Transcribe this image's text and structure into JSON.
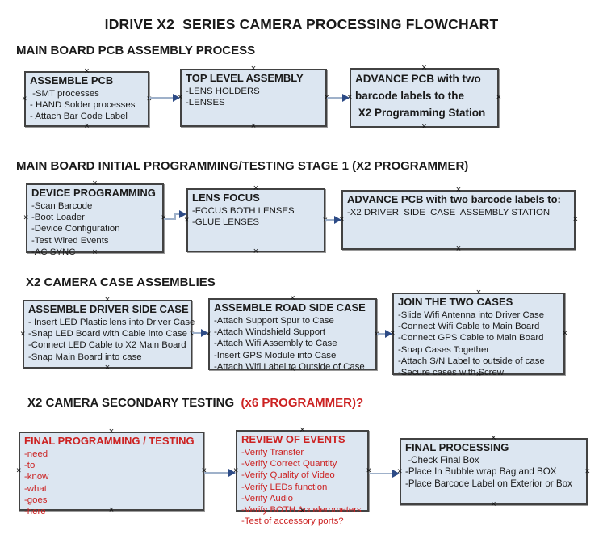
{
  "title": "IDRIVE X2  SERIES CAMERA PROCESSING FLOWCHART",
  "colors": {
    "box_fill": "#dce6f1",
    "box_border": "#424242",
    "arrow_line": "#9fb1ca",
    "arrow_head": "#2d4b86",
    "red_text": "#cc2222",
    "black_text": "#1a1a1a"
  },
  "icons": {
    "connection_handle": "×",
    "flow_arrow": "→"
  },
  "sections": [
    {
      "heading": {
        "black": "MAIN BOARD PCB ASSEMBLY PROCESS",
        "red": ""
      },
      "boxes": [
        {
          "title": "ASSEMBLE PCB",
          "items": [
            " -SMT processes",
            "- HAND Solder processes",
            "- Attach Bar Code Label"
          ]
        },
        {
          "title": "TOP LEVEL ASSEMBLY",
          "items": [
            "-LENS HOLDERS",
            "-LENSES"
          ]
        },
        {
          "title": "ADVANCE PCB with two\nbarcode labels to the\n X2 Programming Station",
          "items": []
        }
      ]
    },
    {
      "heading": {
        "black": "MAIN BOARD INITIAL PROGRAMMING/TESTING STAGE 1 (X2 PROGRAMMER)",
        "red": ""
      },
      "boxes": [
        {
          "title": "DEVICE PROGRAMMING",
          "items": [
            "-Scan Barcode",
            "-Boot Loader",
            "-Device Configuration",
            "-Test Wired Events",
            "-AC SYNC"
          ]
        },
        {
          "title": "LENS FOCUS",
          "items": [
            "-FOCUS BOTH LENSES",
            "-GLUE LENSES"
          ]
        },
        {
          "title": "ADVANCE PCB with two barcode labels to:",
          "items": [
            "-X2 DRIVER  SIDE  CASE  ASSEMBLY STATION"
          ]
        }
      ]
    },
    {
      "heading": {
        "black": "X2 CAMERA CASE ASSEMBLIES",
        "red": ""
      },
      "boxes": [
        {
          "title": "ASSEMBLE DRIVER SIDE CASE",
          "items": [
            "- Insert LED Plastic lens into Driver Case",
            "-Snap LED Board with Cable into Case",
            "-Connect LED Cable to X2 Main Board",
            "-Snap Main Board into case"
          ]
        },
        {
          "title": "ASSEMBLE ROAD SIDE CASE",
          "items": [
            "-Attach Support Spur to Case",
            "-Attach Windshield Support",
            "-Attach Wifi Assembly to Case",
            "-Insert GPS Module into Case",
            "-Attach Wifi Label to Outside of Case"
          ]
        },
        {
          "title": "JOIN THE TWO CASES",
          "items": [
            "-Slide Wifi Antenna into Driver Case",
            "-Connect Wifi Cable to Main Board",
            "-Connect GPS Cable to Main Board",
            "-Snap Cases Together",
            "-Attach S/N Label to outside of case",
            "-Secure cases with Screw"
          ]
        }
      ]
    },
    {
      "heading": {
        "black": "X2 CAMERA SECONDARY TESTING  ",
        "red": "(x6 PROGRAMMER)?"
      },
      "boxes": [
        {
          "title": "FINAL PROGRAMMING / TESTING",
          "items": [
            "-need",
            "-to",
            "-know",
            "-what",
            "-goes",
            "-here"
          ]
        },
        {
          "title": "REVIEW OF EVENTS",
          "items": [
            "-Verify Transfer",
            "-Verify Correct Quantity",
            "-Verify Quality of Video",
            "-Verify LEDs function",
            "-Verify Audio",
            "-Verify BOTH Accelerometers",
            "-Test of accessory ports?"
          ]
        },
        {
          "title": "FINAL PROCESSING",
          "items": [
            " -Check Final Box",
            "-Place In Bubble wrap Bag and BOX",
            "-Place Barcode Label on Exterior or Box"
          ]
        }
      ]
    }
  ]
}
